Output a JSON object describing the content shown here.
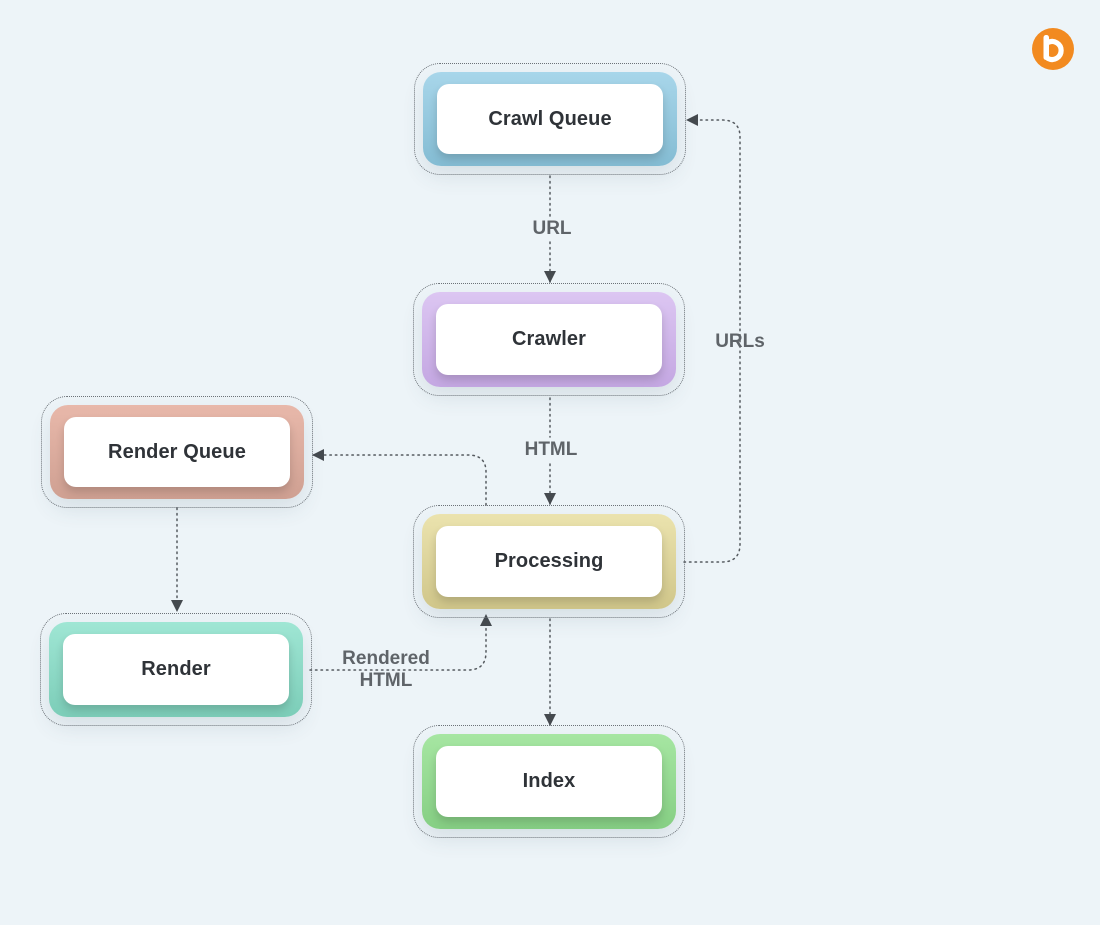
{
  "colors": {
    "background": "#edf4f8",
    "connector": "#555a5f",
    "brand": "#f28a20"
  },
  "logo": {
    "icon": "brand-logo-icon"
  },
  "nodes": {
    "crawl_queue": {
      "label": "Crawl Queue",
      "color_top": "#a8d6ea",
      "color_bottom": "#84bcd3"
    },
    "crawler": {
      "label": "Crawler",
      "color_top": "#dcc6f2",
      "color_bottom": "#c4a7e2"
    },
    "processing": {
      "label": "Processing",
      "color_top": "#ebe3ae",
      "color_bottom": "#d0c68a"
    },
    "render_queue": {
      "label": "Render Queue",
      "color_top": "#e8b8aa",
      "color_bottom": "#cfa092"
    },
    "render": {
      "label": "Render",
      "color_top": "#9fe6d4",
      "color_bottom": "#7ccdb8"
    },
    "index": {
      "label": "Index",
      "color_top": "#a6e6a2",
      "color_bottom": "#86cf84"
    }
  },
  "edges": {
    "url": {
      "from": "crawl_queue",
      "to": "crawler",
      "label": "URL"
    },
    "html": {
      "from": "crawler",
      "to": "processing",
      "label": "HTML"
    },
    "urls": {
      "from": "processing",
      "to": "crawl_queue",
      "label": "URLs"
    },
    "to_render_queue": {
      "from": "processing",
      "to": "render_queue",
      "label": ""
    },
    "to_render": {
      "from": "render_queue",
      "to": "render",
      "label": ""
    },
    "rendered_html": {
      "from": "render",
      "to": "processing",
      "label_line1": "Rendered",
      "label_line2": "HTML"
    },
    "to_index": {
      "from": "processing",
      "to": "index",
      "label": ""
    }
  }
}
